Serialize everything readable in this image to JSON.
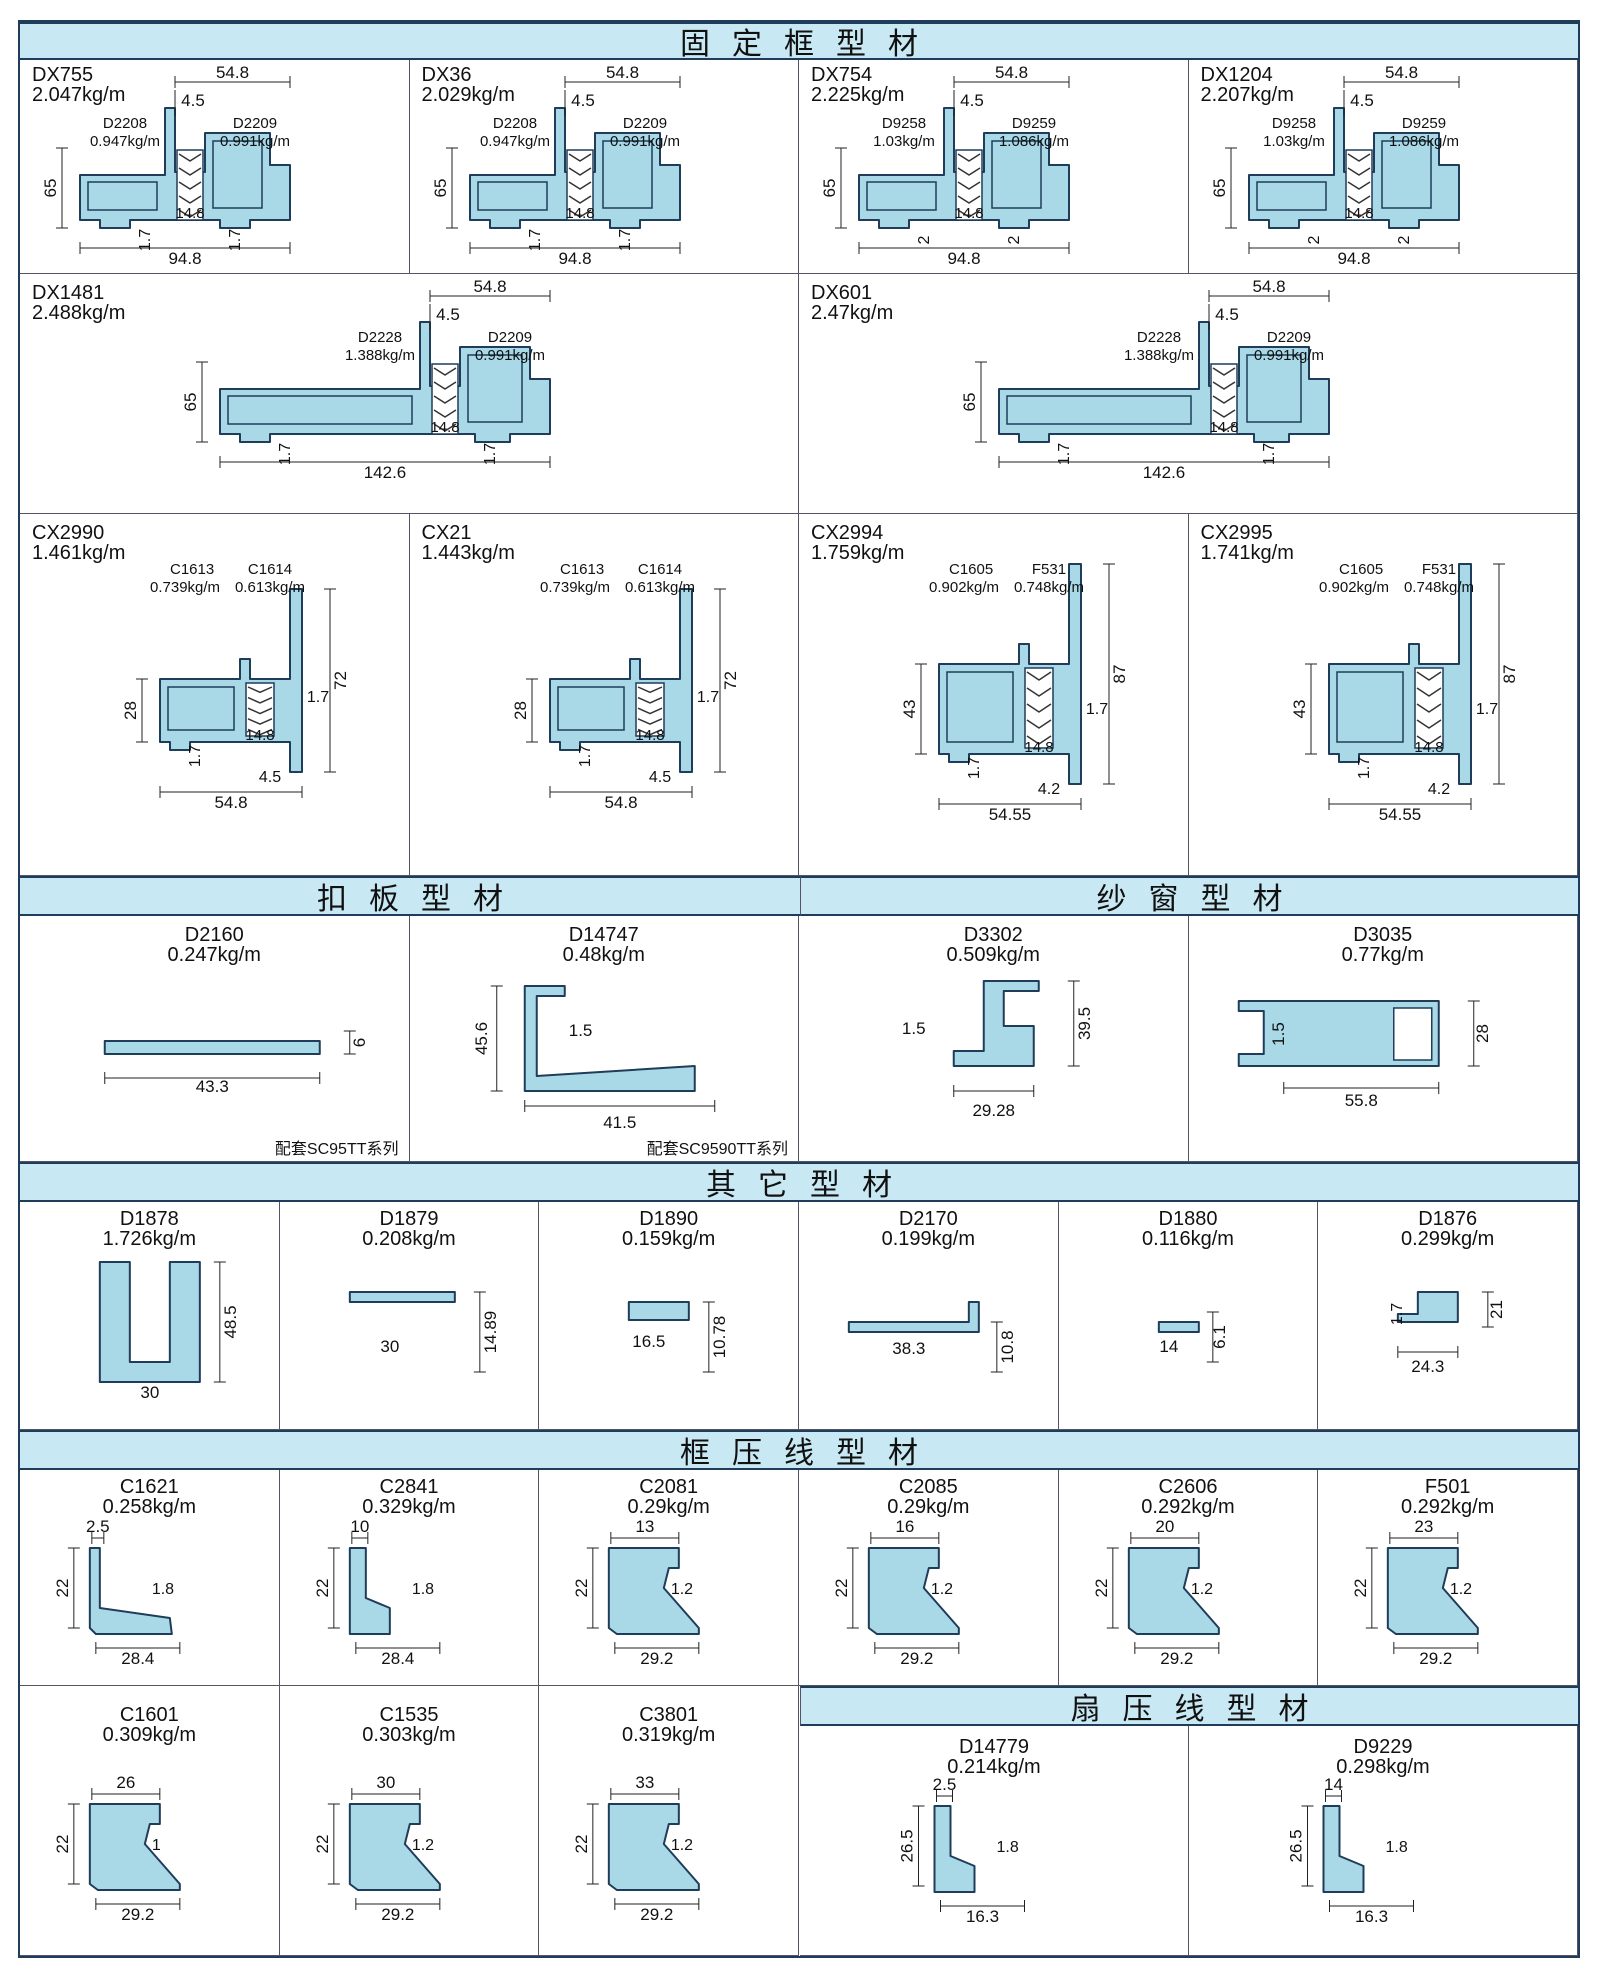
{
  "sections": {
    "fixed_frame": "固定框型材",
    "cover_plate": "扣板型材",
    "screen_window": "纱窗型材",
    "other": "其它型材",
    "frame_bead": "框压线型材",
    "sash_bead": "扇压线型材"
  },
  "fixed_frame": [
    {
      "code": "DX755",
      "weight": "2.047kg/m",
      "a": "D2208",
      "aw": "0.947kg/m",
      "b": "D2209",
      "bw": "0.991kg/m",
      "top": "54.8",
      "gap": "4.5",
      "h": "65",
      "t": "14.8",
      "w": "94.8",
      "s1": "1.7",
      "s2": "1.7"
    },
    {
      "code": "DX36",
      "weight": "2.029kg/m",
      "a": "D2208",
      "aw": "0.947kg/m",
      "b": "D2209",
      "bw": "0.991kg/m",
      "top": "54.8",
      "gap": "4.5",
      "h": "65",
      "t": "14.8",
      "w": "94.8",
      "s1": "1.7",
      "s2": "1.7"
    },
    {
      "code": "DX754",
      "weight": "2.225kg/m",
      "a": "D9258",
      "aw": "1.03kg/m",
      "b": "D9259",
      "bw": "1.086kg/m",
      "top": "54.8",
      "gap": "4.5",
      "h": "65",
      "t": "14.8",
      "w": "94.8",
      "s1": "2",
      "s2": "2"
    },
    {
      "code": "DX1204",
      "weight": "2.207kg/m",
      "a": "D9258",
      "aw": "1.03kg/m",
      "b": "D9259",
      "bw": "1.086kg/m",
      "top": "54.8",
      "gap": "4.5",
      "h": "65",
      "t": "14.8",
      "w": "94.8",
      "s1": "2",
      "s2": "2"
    },
    {
      "code": "DX1481",
      "weight": "2.488kg/m",
      "a": "D2228",
      "aw": "1.388kg/m",
      "b": "D2209",
      "bw": "0.991kg/m",
      "top": "54.8",
      "gap": "4.5",
      "h": "65",
      "t": "14.8",
      "w": "142.6",
      "s1": "1.7",
      "s2": "1.7"
    },
    {
      "code": "DX601",
      "weight": "2.47kg/m",
      "a": "D2228",
      "aw": "1.388kg/m",
      "b": "D2209",
      "bw": "0.991kg/m",
      "top": "54.8",
      "gap": "4.5",
      "h": "65",
      "t": "14.8",
      "w": "142.6",
      "s1": "1.7",
      "s2": "1.7"
    },
    {
      "code": "CX2990",
      "weight": "1.461kg/m",
      "a": "C1613",
      "aw": "0.739kg/m",
      "b": "C1614",
      "bw": "0.613kg/m",
      "h": "28",
      "H": "72",
      "t": "14.8",
      "w": "54.8",
      "gap": "4.5",
      "s1": "1.7",
      "s2": "1.7"
    },
    {
      "code": "CX21",
      "weight": "1.443kg/m",
      "a": "C1613",
      "aw": "0.739kg/m",
      "b": "C1614",
      "bw": "0.613kg/m",
      "h": "28",
      "H": "72",
      "t": "14.8",
      "w": "54.8",
      "gap": "4.5",
      "s1": "1.7",
      "s2": "1.7"
    },
    {
      "code": "CX2994",
      "weight": "1.759kg/m",
      "a": "C1605",
      "aw": "0.902kg/m",
      "b": "F531",
      "bw": "0.748kg/m",
      "h": "43",
      "H": "87",
      "t": "14.8",
      "w": "54.55",
      "gap": "4.2",
      "s1": "1.7",
      "s2": "1.7"
    },
    {
      "code": "CX2995",
      "weight": "1.741kg/m",
      "a": "C1605",
      "aw": "0.902kg/m",
      "b": "F531",
      "bw": "0.748kg/m",
      "h": "43",
      "H": "87",
      "t": "14.8",
      "w": "54.55",
      "gap": "4.2",
      "s1": "1.7",
      "s2": "1.7"
    }
  ],
  "cover_plate": [
    {
      "code": "D2160",
      "weight": "0.247kg/m",
      "d1": "43.3",
      "d2": "6",
      "note": "配套SC95TT系列"
    },
    {
      "code": "D14747",
      "weight": "0.48kg/m",
      "d1": "45.6",
      "d2": "1.5",
      "d3": "41.5",
      "note": "配套SC9590TT系列"
    }
  ],
  "screen_window": [
    {
      "code": "D3302",
      "weight": "0.509kg/m",
      "d1": "39.5",
      "d2": "1.5",
      "d3": "29.28"
    },
    {
      "code": "D3035",
      "weight": "0.77kg/m",
      "d1": "28",
      "d2": "1.5",
      "d3": "55.8"
    }
  ],
  "other": [
    {
      "code": "D1878",
      "weight": "1.726kg/m",
      "d1": "48.5",
      "d2": "30"
    },
    {
      "code": "D1879",
      "weight": "0.208kg/m",
      "d1": "30",
      "d2": "14.89"
    },
    {
      "code": "D1890",
      "weight": "0.159kg/m",
      "d1": "16.5",
      "d2": "10.78"
    },
    {
      "code": "D2170",
      "weight": "0.199kg/m",
      "d1": "38.3",
      "d2": "10.8"
    },
    {
      "code": "D1880",
      "weight": "0.116kg/m",
      "d1": "14",
      "d2": "6.1"
    },
    {
      "code": "D1876",
      "weight": "0.299kg/m",
      "d1": "1.7",
      "d2": "21",
      "d3": "24.3"
    }
  ],
  "frame_bead": [
    {
      "code": "C1621",
      "weight": "0.258kg/m",
      "top": "2.5",
      "h": "22",
      "t": "1.8",
      "w": "28.4"
    },
    {
      "code": "C2841",
      "weight": "0.329kg/m",
      "top": "10",
      "h": "22",
      "t": "1.8",
      "w": "28.4"
    },
    {
      "code": "C2081",
      "weight": "0.29kg/m",
      "top": "13",
      "h": "22",
      "t": "1.2",
      "w": "29.2"
    },
    {
      "code": "C2085",
      "weight": "0.29kg/m",
      "top": "16",
      "h": "22",
      "t": "1.2",
      "w": "29.2"
    },
    {
      "code": "C2606",
      "weight": "0.292kg/m",
      "top": "20",
      "h": "22",
      "t": "1.2",
      "w": "29.2"
    },
    {
      "code": "F501",
      "weight": "0.292kg/m",
      "top": "23",
      "h": "22",
      "t": "1.2",
      "w": "29.2"
    },
    {
      "code": "C1601",
      "weight": "0.309kg/m",
      "top": "26",
      "h": "22",
      "t": "1",
      "w": "29.2"
    },
    {
      "code": "C1535",
      "weight": "0.303kg/m",
      "top": "30",
      "h": "22",
      "t": "1.2",
      "w": "29.2"
    },
    {
      "code": "C3801",
      "weight": "0.319kg/m",
      "top": "33",
      "h": "22",
      "t": "1.2",
      "w": "29.2"
    }
  ],
  "sash_bead": [
    {
      "code": "D14779",
      "weight": "0.214kg/m",
      "top": "2.5",
      "h": "26.5",
      "t": "1.8",
      "w": "16.3"
    },
    {
      "code": "D9229",
      "weight": "0.298kg/m",
      "top": "14",
      "h": "26.5",
      "t": "1.8",
      "w": "16.3"
    }
  ],
  "colors": {
    "band": "#c8e8f4",
    "profile_fill": "#a9d9e6",
    "profile_stroke": "#1f3c5a",
    "grid": "#1f3c5a"
  }
}
